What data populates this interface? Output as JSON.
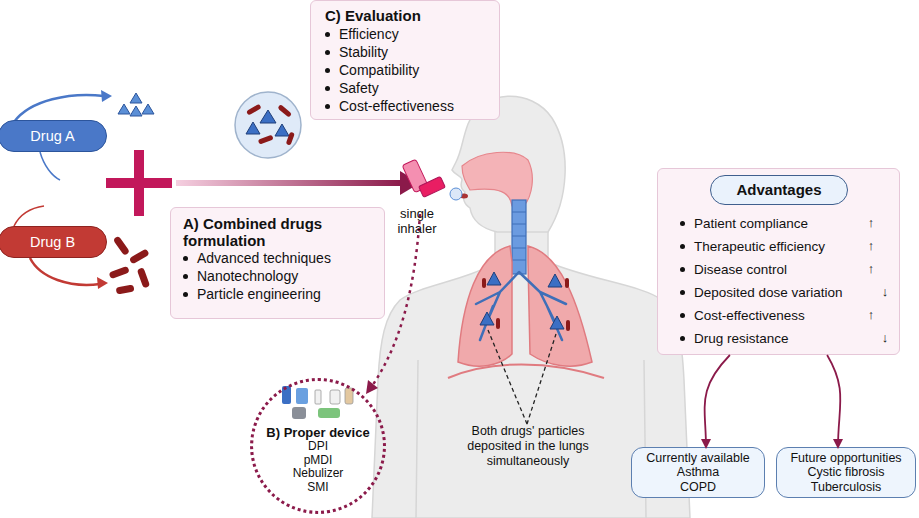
{
  "diagram": {
    "nodes": [
      {
        "text": [
          "C) Evaluation",
          "Efficiency",
          "Stability",
          "Compatibility",
          "Safety",
          "Cost-effectiveness"
        ]
      },
      {
        "text": [
          "Drug A"
        ]
      },
      {
        "text": [
          "Drug B"
        ]
      },
      {
        "text": [
          "A) Combined drugs formulation",
          "Advanced techniques",
          "Nanotechnology",
          "Particle engineering"
        ]
      },
      {
        "text": [
          "B) Proper device",
          "DPI",
          "pMDI",
          "Nebulizer",
          "SMI"
        ]
      },
      {
        "text": [
          "Patient compliance",
          "Therapeutic efficiency",
          "Disease control",
          "Deposited dose variation",
          "Cost-effectiveness",
          "Drug resistance"
        ]
      },
      {
        "text": [
          "Advantages"
        ],
        "in": 5
      },
      {
        "text": [
          "Currently available",
          "Asthma",
          "COPD"
        ]
      },
      {
        "text": [
          "Future opportunities",
          "Cystic fibrosis",
          "Tuberculosis"
        ]
      }
    ],
    "edges": [
      {
        "from": 5,
        "to": 7,
        "arrow": "to"
      },
      {
        "from": 5,
        "to": 8,
        "arrow": "to"
      }
    ],
    "labels": [
      "single inhaler",
      "Both drugs' particles deposited in the lungs simultaneously",
      "↑",
      "↑",
      "↑",
      "↓",
      "↑",
      "↓"
    ]
  }
}
